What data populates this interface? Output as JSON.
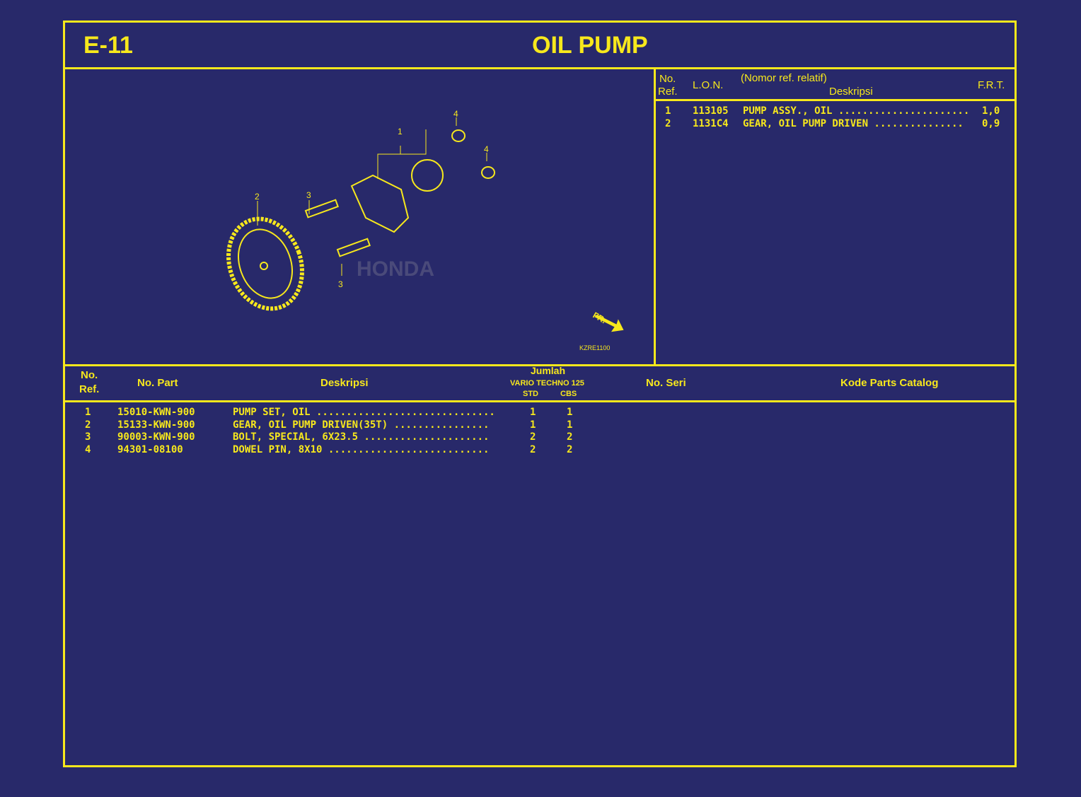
{
  "header": {
    "code": "E-11",
    "title": "OIL PUMP"
  },
  "frt_table": {
    "headers": {
      "no": "No.",
      "ref": "Ref.",
      "lon": "L.O.N.",
      "nomor": "(Nomor ref. relatif)",
      "desc": "Deskripsi",
      "frt": "F.R.T."
    },
    "rows": [
      {
        "ref": "1",
        "lon": "113105",
        "desc": "PUMP ASSY., OIL ......................",
        "frt": "1,0"
      },
      {
        "ref": "2",
        "lon": "1131C4",
        "desc": "GEAR, OIL PUMP DRIVEN ...............",
        "frt": "0,9"
      }
    ]
  },
  "diagram": {
    "callouts": [
      "1",
      "2",
      "3",
      "3",
      "4",
      "4"
    ],
    "direction": "FR.",
    "code": "KZRE1100",
    "watermark": "HONDA"
  },
  "parts_table": {
    "headers": {
      "no": "No.",
      "ref": "Ref.",
      "part": "No. Part",
      "desc": "Deskripsi",
      "jumlah": "Jumlah",
      "model": "VARIO TECHNO 125",
      "std": "STD",
      "cbs": "CBS",
      "seri": "No. Seri",
      "kode": "Kode Parts Catalog"
    },
    "rows": [
      {
        "ref": "1",
        "part": "15010-KWN-900",
        "desc": "PUMP SET, OIL ..............................",
        "std": "1",
        "cbs": "1"
      },
      {
        "ref": "2",
        "part": "15133-KWN-900",
        "desc": "GEAR, OIL PUMP DRIVEN(35T) ................",
        "std": "1",
        "cbs": "1"
      },
      {
        "ref": "3",
        "part": "90003-KWN-900",
        "desc": "BOLT, SPECIAL, 6X23.5 .....................",
        "std": "2",
        "cbs": "2"
      },
      {
        "ref": "4",
        "part": "94301-08100",
        "desc": "DOWEL PIN, 8X10 ...........................",
        "std": "2",
        "cbs": "2"
      }
    ]
  },
  "colors": {
    "background": "#28296a",
    "accent": "#f7e81c"
  }
}
